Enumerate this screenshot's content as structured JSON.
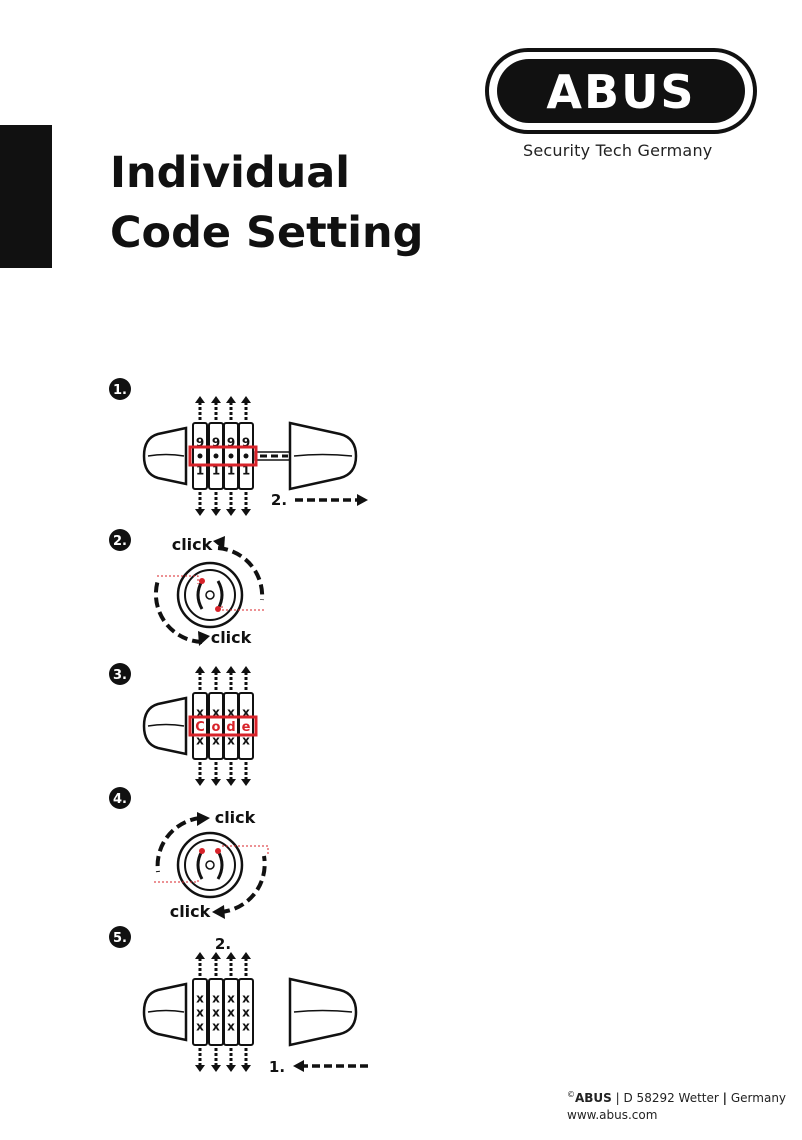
{
  "logo": {
    "text": "ABUS",
    "tagline": "Security Tech Germany"
  },
  "title": {
    "line1": "Individual",
    "line2": "Code Setting"
  },
  "steps": [
    {
      "number": "1.",
      "top_digits": [
        "9",
        "9",
        "9",
        "9"
      ],
      "bottom_digits": [
        "1",
        "1",
        "1",
        "1"
      ],
      "arrow_label": "2."
    },
    {
      "number": "2.",
      "click_top": "click",
      "click_bottom": "click"
    },
    {
      "number": "3.",
      "top_digits": [
        "x",
        "x",
        "x",
        "x"
      ],
      "code_letters": [
        "C",
        "o",
        "d",
        "e"
      ],
      "bottom_digits": [
        "x",
        "x",
        "x",
        "x"
      ]
    },
    {
      "number": "4.",
      "click_top": "click",
      "click_bottom": "click"
    },
    {
      "number": "5.",
      "arrow_top_label": "2.",
      "digits": [
        "x",
        "x",
        "x",
        "x"
      ],
      "arrow_label": "1."
    }
  ],
  "footer": {
    "copyright": "©",
    "brand": "ABUS",
    "address": "D 58292 Wetter",
    "country": "Germany",
    "website": "www.abus.com"
  },
  "colors": {
    "accent_red": "#d8232a",
    "black": "#111111"
  }
}
